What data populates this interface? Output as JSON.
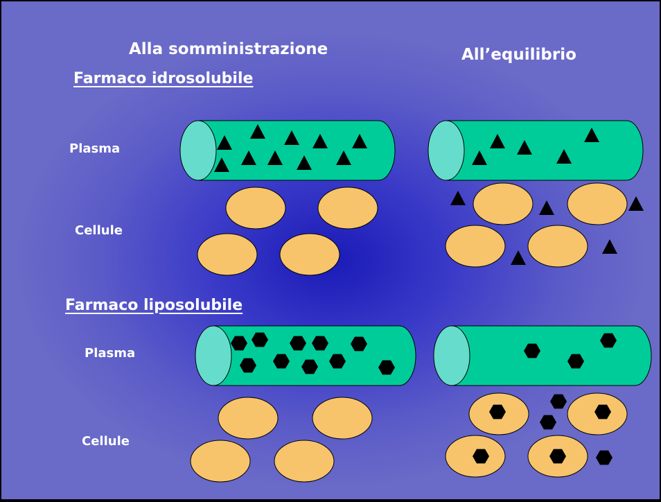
{
  "headers": {
    "administration": "Alla somministrazione",
    "equilibrium": "All’equilibrio"
  },
  "sections": {
    "hydrosoluble": "Farmaco idrosolubile",
    "liposoluble": "Farmaco liposolubile"
  },
  "row_labels": {
    "plasma_top": "Plasma",
    "cells_top": "Cellule",
    "plasma_bottom": "Plasma",
    "cells_bottom": "Cellule"
  },
  "colors": {
    "vessel": "#00cc99",
    "vessel_end": "#66ddcc",
    "cell": "#f7c46c",
    "drug": "#000000",
    "text": "#ffffff"
  }
}
